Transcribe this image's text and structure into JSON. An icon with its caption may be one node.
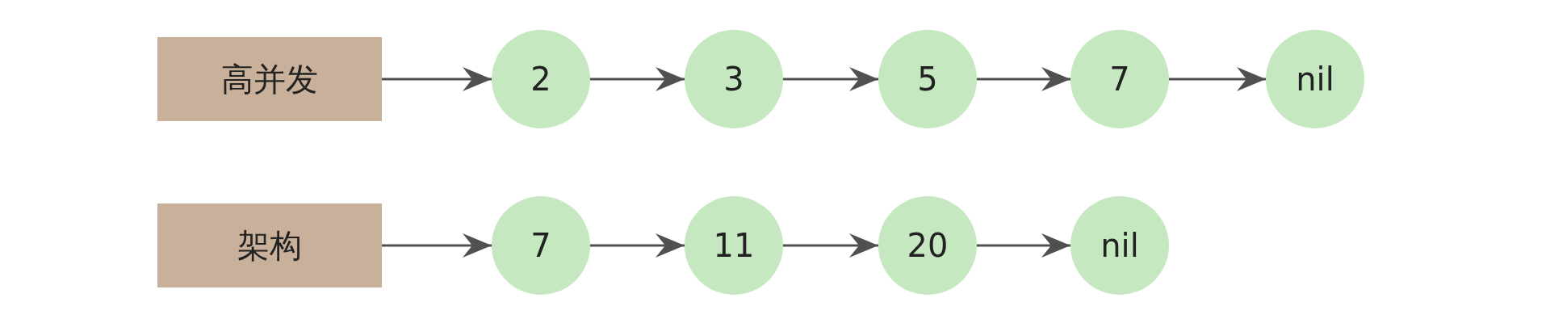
{
  "diagram": {
    "nodes": [
      {
        "text": [
          "高并发"
        ]
      },
      {
        "text": [
          "2"
        ]
      },
      {
        "text": [
          "3"
        ]
      },
      {
        "text": [
          "5"
        ]
      },
      {
        "text": [
          "7"
        ]
      },
      {
        "text": [
          "nil"
        ]
      },
      {
        "text": [
          "架构"
        ]
      },
      {
        "text": [
          "7"
        ]
      },
      {
        "text": [
          "11"
        ]
      },
      {
        "text": [
          "20"
        ]
      },
      {
        "text": [
          "nil"
        ]
      }
    ],
    "edges": [
      {
        "from": 0,
        "to": 1,
        "arrow": "to"
      },
      {
        "from": 1,
        "to": 2,
        "arrow": "to"
      },
      {
        "from": 2,
        "to": 3,
        "arrow": "to"
      },
      {
        "from": 3,
        "to": 4,
        "arrow": "to"
      },
      {
        "from": 4,
        "to": 5,
        "arrow": "to"
      },
      {
        "from": 6,
        "to": 7,
        "arrow": "to"
      },
      {
        "from": 7,
        "to": 8,
        "arrow": "to"
      },
      {
        "from": 8,
        "to": 9,
        "arrow": "to"
      },
      {
        "from": 9,
        "to": 10,
        "arrow": "to"
      }
    ]
  }
}
